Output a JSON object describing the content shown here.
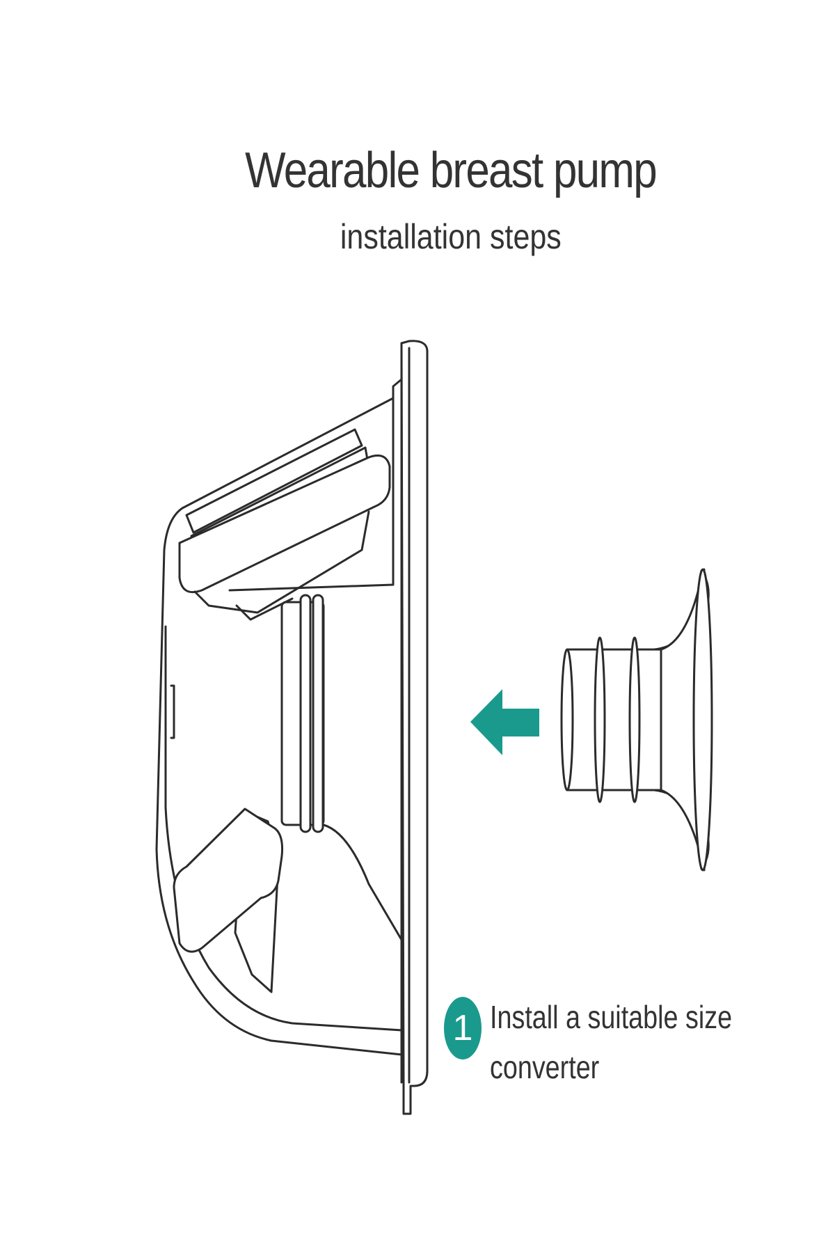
{
  "header": {
    "title": "Wearable breast pump",
    "subtitle": "installation steps"
  },
  "step": {
    "number": "1",
    "text_line1": "Install a suitable size",
    "text_line2": "converter"
  },
  "colors": {
    "accent": "#1a9a8c",
    "line": "#2b2b2b",
    "text": "#333333",
    "background": "#ffffff"
  },
  "icons": {
    "direction": "arrow-left-icon"
  }
}
